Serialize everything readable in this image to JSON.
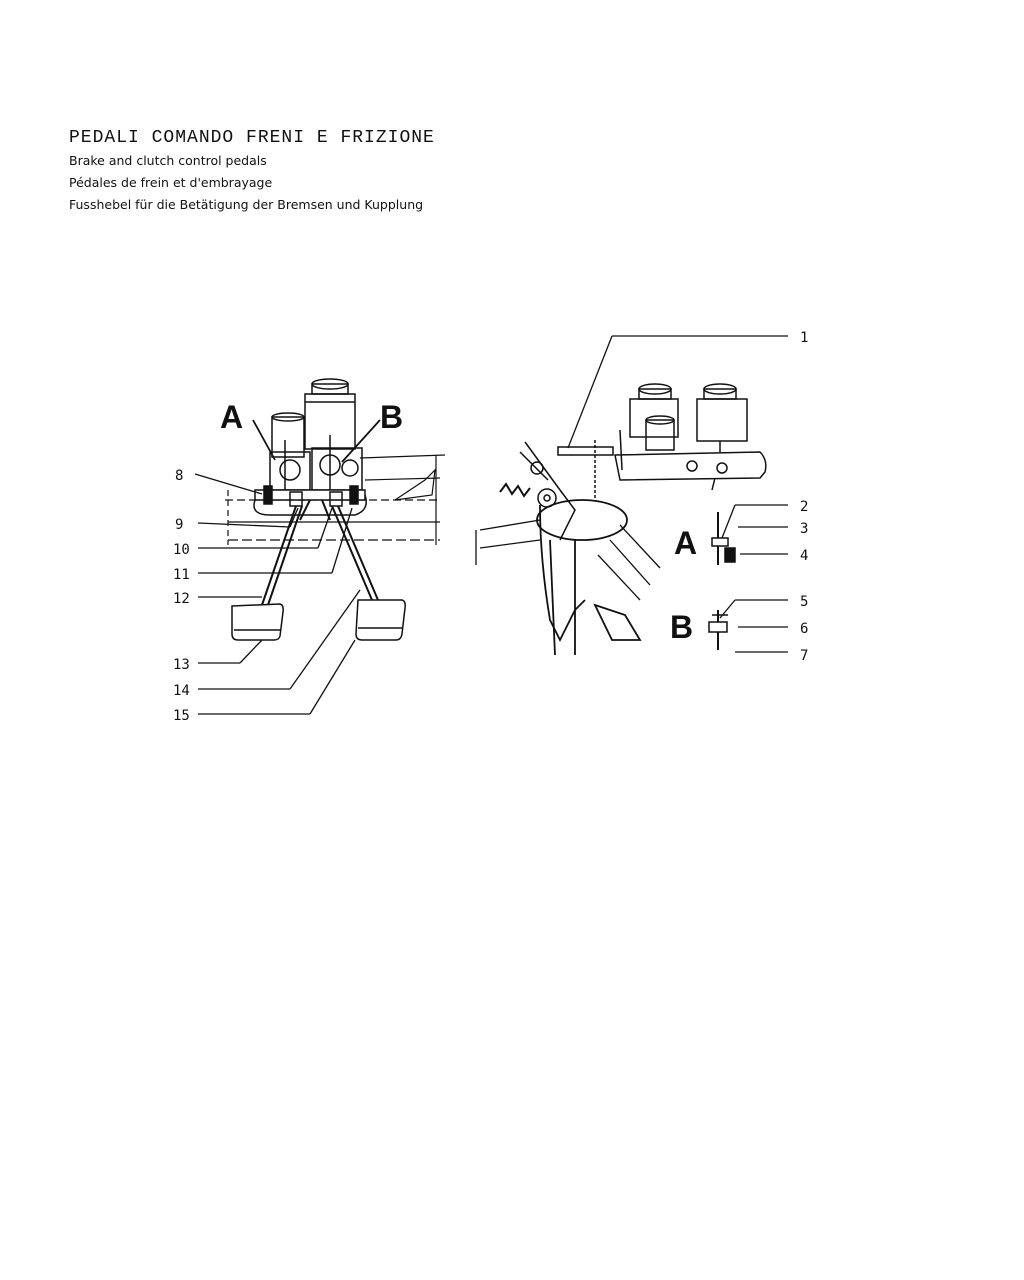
{
  "title": "PEDALI COMANDO FRENI E FRIZIONE",
  "subtitles": [
    "Brake and clutch control pedals",
    "Pédales de frein et d'embrayage",
    "Fusshebel für die Betätigung der Bremsen und Kupplung"
  ],
  "callouts": [
    "1",
    "2",
    "3",
    "4",
    "5",
    "6",
    "7",
    "8",
    "9",
    "10",
    "11",
    "12",
    "13",
    "14",
    "15"
  ],
  "detail_letters": {
    "a": "A",
    "b": "B"
  }
}
